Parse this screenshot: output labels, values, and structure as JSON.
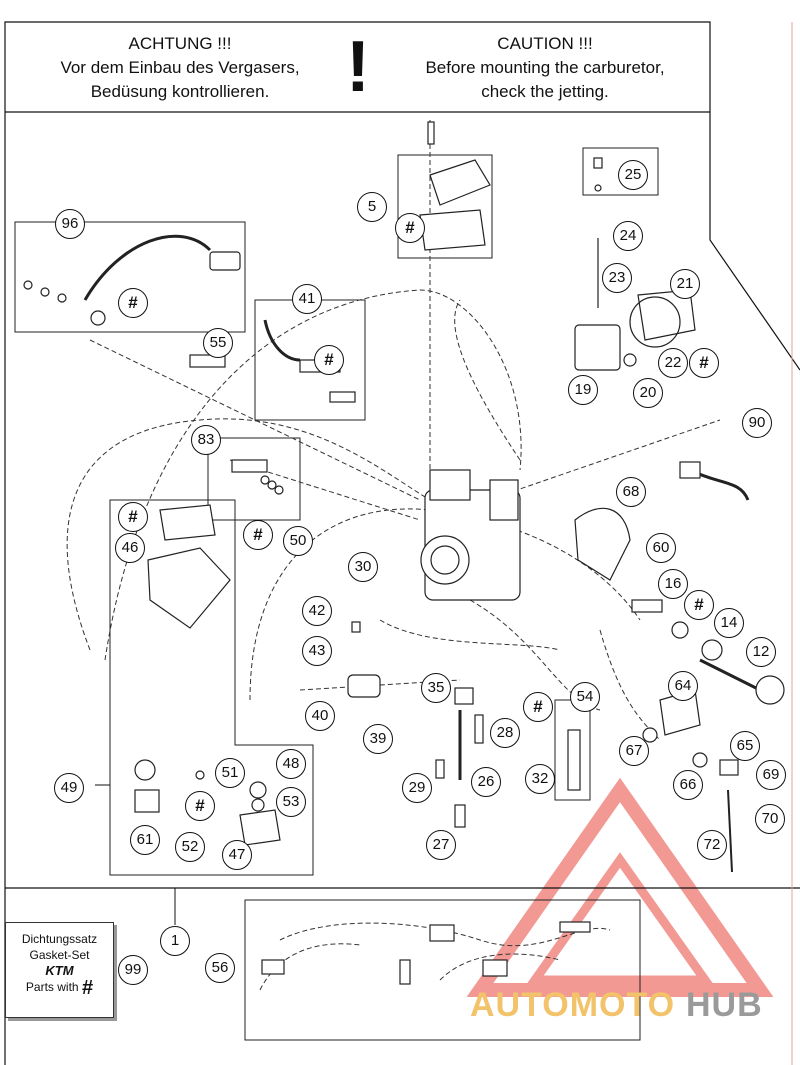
{
  "warning": {
    "de_line1": "ACHTUNG !!!",
    "de_line2": "Vor dem Einbau des Vergasers,",
    "de_line3": "Bedüsung kontrollieren.",
    "mark": "!",
    "en_line1": "CAUTION !!!",
    "en_line2": "Before mounting the carburetor,",
    "en_line3": "check the jetting."
  },
  "kit_box": {
    "line1": "Dichtungssatz",
    "line2": "Gasket-Set",
    "brand": "KTM",
    "line4": "Parts with",
    "symbol": "#"
  },
  "callouts": [
    "5",
    "25",
    "24",
    "23",
    "21",
    "22",
    "19",
    "20",
    "96",
    "41",
    "55",
    "90",
    "83",
    "68",
    "50",
    "46",
    "30",
    "60",
    "16",
    "14",
    "12",
    "42",
    "43",
    "35",
    "54",
    "28",
    "40",
    "39",
    "64",
    "67",
    "65",
    "66",
    "69",
    "70",
    "49",
    "51",
    "48",
    "61",
    "53",
    "52",
    "47",
    "32",
    "29",
    "26",
    "27",
    "72",
    "1",
    "99",
    "56"
  ],
  "hash_symbol": "#",
  "watermark": {
    "part1": "AUTOMOTO",
    "part2": "HUB"
  },
  "colors": {
    "line": "#111111",
    "watermark_red": "#e8463e",
    "watermark_gold": "#f2c36a",
    "watermark_grey": "#9a9a9a"
  }
}
